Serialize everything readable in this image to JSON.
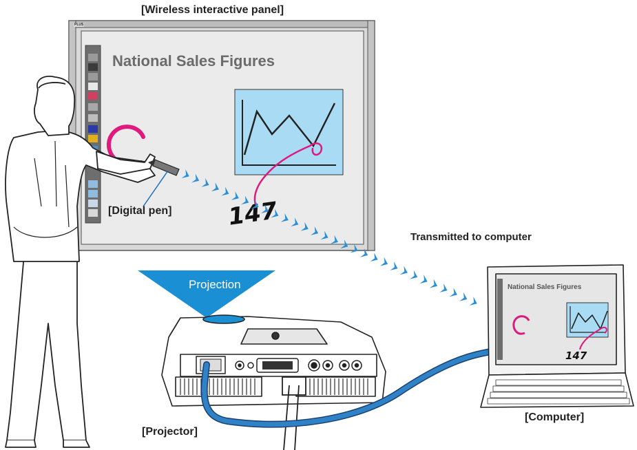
{
  "labels": {
    "panel": "[Wireless interactive panel]",
    "screen_title": "National Sales Figures",
    "digital_pen": "[Digital pen]",
    "transmitted": "Transmitted to computer",
    "projection": "Projection",
    "computer": "[Computer]",
    "projector": "[Projector]",
    "laptop_title": "National Sales Figures",
    "brand": "PLUS"
  },
  "handwriting": {
    "board_number": "147",
    "laptop_number": "147"
  },
  "colors": {
    "magenta": "#e0197d",
    "chart_fill": "#a9dcf4",
    "beam": "#1b8fd3",
    "arrow": "#2a8fd6",
    "cable": "#2f82c6"
  },
  "icons": [
    "tool-palette-icon",
    "arrow-chevron-icon",
    "vga-port-icon",
    "dvi-port-icon",
    "svideo-port-icon",
    "rca-port-icon"
  ]
}
